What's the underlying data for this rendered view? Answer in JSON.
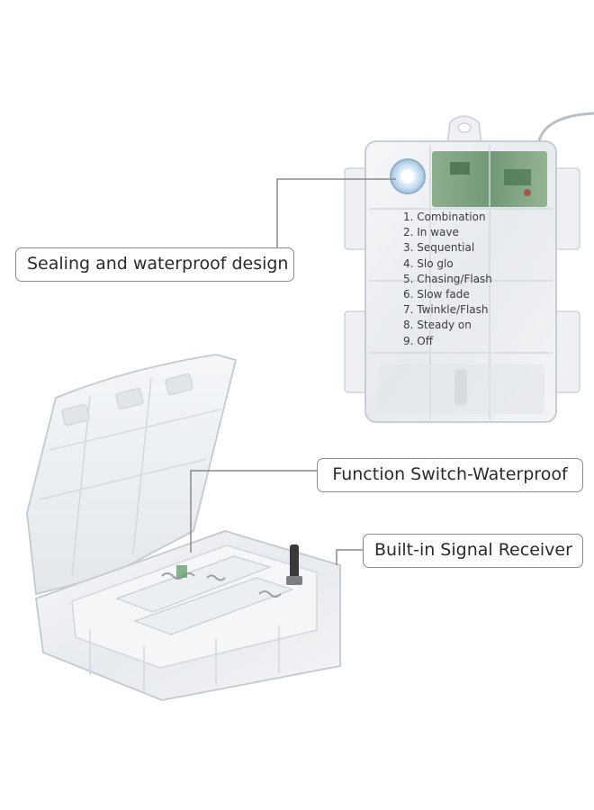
{
  "callouts": {
    "sealing": "Sealing and waterproof design",
    "switch": "Function Switch-Waterproof",
    "receiver": "Built-in Signal Receiver"
  },
  "modes": [
    "1. Combination",
    "2. In wave",
    "3. Sequential",
    "4. Slo glo",
    "5. Chasing/Flash",
    "6. Slow fade",
    "7. Twinkle/Flash",
    "8. Steady on",
    "9. Off"
  ],
  "colors": {
    "callout_border": "#8a8a8a",
    "callout_text": "#2a2a2a",
    "plastic": "#eef0f3",
    "plastic_edge": "#c9ced6",
    "circuit_board": "#5a8a60",
    "background": "#ffffff"
  }
}
